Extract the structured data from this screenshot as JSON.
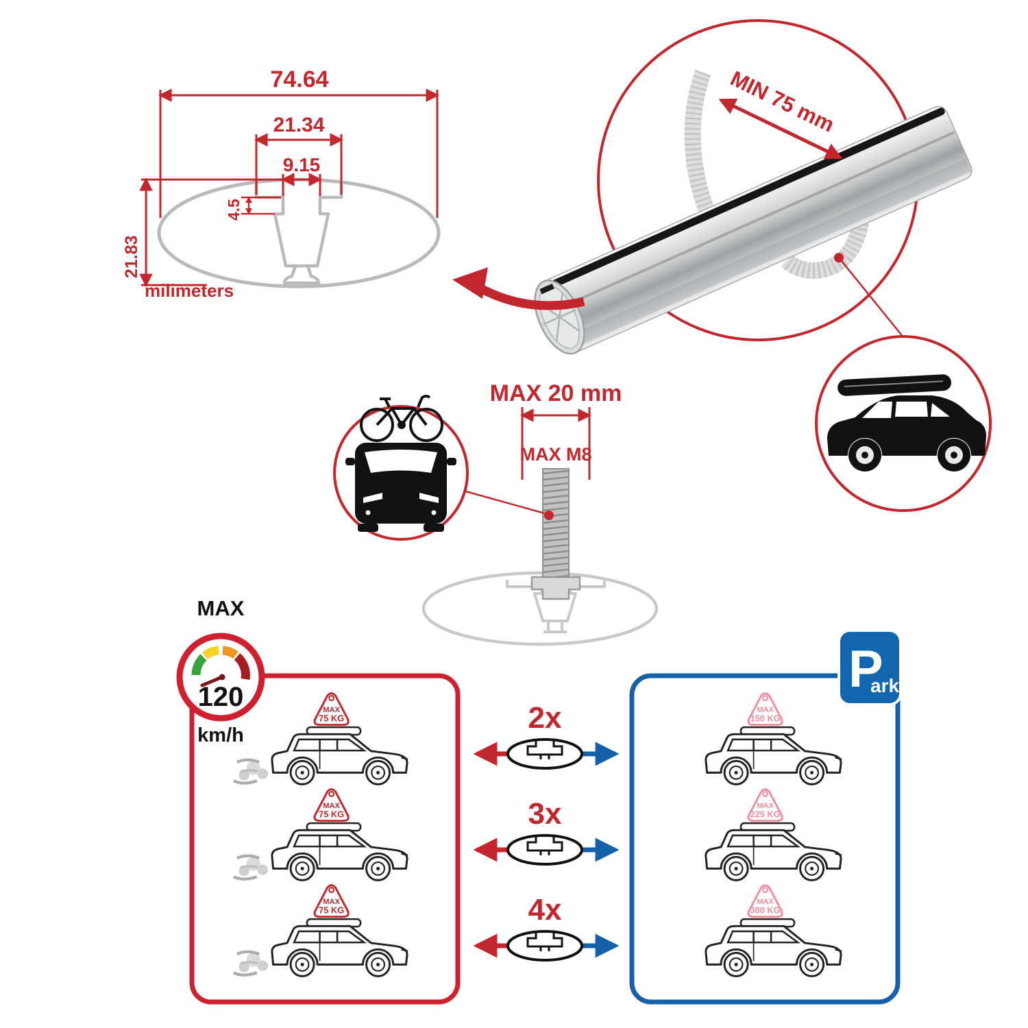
{
  "cross_section": {
    "total_width": "74.64",
    "plateau_width": "21.34",
    "slot_width": "9.15",
    "step_depth": "4.5",
    "total_height": "21.83",
    "units_label": "milimeters"
  },
  "bar_detail": {
    "min_span_label": "MIN 75 mm"
  },
  "bolt": {
    "max_width_label": "MAX 20 mm",
    "max_thread_label": "MAX M8"
  },
  "speed_limit": {
    "label": "MAX",
    "value": "120",
    "units": "km/h"
  },
  "park_sign": {
    "letter": "P",
    "rest": "ark"
  },
  "quantity_rows": [
    {
      "count": "2x"
    },
    {
      "count": "3x"
    },
    {
      "count": "4x"
    }
  ],
  "left_cars": [
    {
      "tag_line1": "MAX",
      "tag_line2": "75 KG"
    },
    {
      "tag_line1": "MAX",
      "tag_line2": "75 KG"
    },
    {
      "tag_line1": "MAX",
      "tag_line2": "75 KG"
    }
  ],
  "right_cars": [
    {
      "tag_line1": "MAX",
      "tag_line2": "150 KG"
    },
    {
      "tag_line1": "MAX",
      "tag_line2": "225 KG"
    },
    {
      "tag_line1": "MAX",
      "tag_line2": "300 KG"
    }
  ],
  "colors": {
    "red": "#c1272d",
    "blue": "#1560a8",
    "gray_outline": "#b9b9b9",
    "ghost_gray": "#c9c9c9"
  }
}
